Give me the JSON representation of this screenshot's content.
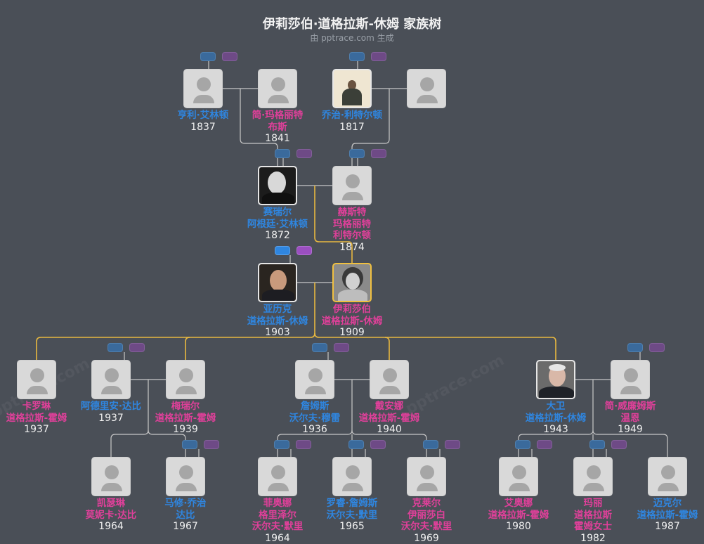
{
  "header": {
    "title": "伊莉莎伯·道格拉斯-休姆 家族树",
    "subtitle": "由 pptrace.com 生成"
  },
  "watermark": "pptrace.com",
  "colors": {
    "background": "#4a4f57",
    "male": "#2f86e0",
    "female": "#e0409a",
    "line_normal": "#c8c8c8",
    "line_highlight": "#e8b840",
    "card": "#d9d9d9"
  },
  "people": {
    "henry": {
      "name": [
        "亨利·艾林顿"
      ],
      "year": "1837",
      "gender": "male",
      "photo": false
    },
    "jane_mb": {
      "name": [
        "简·玛格丽特",
        "布斯"
      ],
      "year": "1841",
      "gender": "female",
      "photo": false
    },
    "george": {
      "name": [
        "乔治·利特尔顿"
      ],
      "year": "1817",
      "gender": "male",
      "photo": "sepia"
    },
    "unknown": {
      "name": [],
      "year": "",
      "gender": "female",
      "photo": false
    },
    "cyril": {
      "name": [
        "赛瑞尔",
        "阿根廷·艾林顿"
      ],
      "year": "1872",
      "gender": "male",
      "photo": "bw"
    },
    "hester": {
      "name": [
        "赫斯特",
        "玛格丽特",
        "利特尔顿"
      ],
      "year": "1874",
      "gender": "female",
      "photo": false
    },
    "alec": {
      "name": [
        "亚历克",
        "道格拉斯-休姆"
      ],
      "year": "1903",
      "gender": "male",
      "photo": "color"
    },
    "elizabeth": {
      "name": [
        "伊莉莎伯",
        "道格拉斯-休姆"
      ],
      "year": "1909",
      "gender": "female",
      "photo": "bw",
      "focus": true
    },
    "caroline": {
      "name": [
        "卡罗琳",
        "道格拉斯-霍姆"
      ],
      "year": "1937",
      "gender": "female",
      "photo": false
    },
    "adrian": {
      "name": [
        "阿德里安·达比"
      ],
      "year": "1937",
      "gender": "male",
      "photo": false
    },
    "meriel": {
      "name": [
        "梅瑞尔",
        "道格拉斯-霍姆"
      ],
      "year": "1939",
      "gender": "female",
      "photo": false
    },
    "james": {
      "name": [
        "詹姆斯",
        "沃尔夫·穆雷"
      ],
      "year": "1936",
      "gender": "male",
      "photo": false
    },
    "diana": {
      "name": [
        "戴安娜",
        "道格拉斯-霍姆"
      ],
      "year": "1940",
      "gender": "female",
      "photo": false
    },
    "david": {
      "name": [
        "大卫",
        "道格拉斯-休姆"
      ],
      "year": "1943",
      "gender": "male",
      "photo": "color"
    },
    "jane_ww": {
      "name": [
        "简·威廉姆斯",
        "温恩"
      ],
      "year": "1949",
      "gender": "female",
      "photo": false
    },
    "catherine": {
      "name": [
        "凯瑟琳",
        "莫妮卡·达比"
      ],
      "year": "1964",
      "gender": "female",
      "photo": false
    },
    "matthew": {
      "name": [
        "马修·乔治",
        "达比"
      ],
      "year": "1967",
      "gender": "male",
      "photo": false
    },
    "fiona": {
      "name": [
        "菲奥娜",
        "格里泽尔",
        "沃尔夫·默里"
      ],
      "year": "1964",
      "gender": "female",
      "photo": false
    },
    "rory": {
      "name": [
        "罗睿·詹姆斯",
        "沃尔夫·默里"
      ],
      "year": "1965",
      "gender": "male",
      "photo": false
    },
    "clare": {
      "name": [
        "克莱尔",
        "伊丽莎白",
        "沃尔夫·默里"
      ],
      "year": "1969",
      "gender": "female",
      "photo": false
    },
    "iona": {
      "name": [
        "艾奥娜",
        "道格拉斯-霍姆"
      ],
      "year": "1980",
      "gender": "female",
      "photo": false
    },
    "mary": {
      "name": [
        "玛丽",
        "道格拉斯",
        "霍姆女士"
      ],
      "year": "1982",
      "gender": "female",
      "photo": false
    },
    "michael": {
      "name": [
        "迈克尔",
        "道格拉斯-霍姆"
      ],
      "year": "1987",
      "gender": "male",
      "photo": false
    }
  }
}
